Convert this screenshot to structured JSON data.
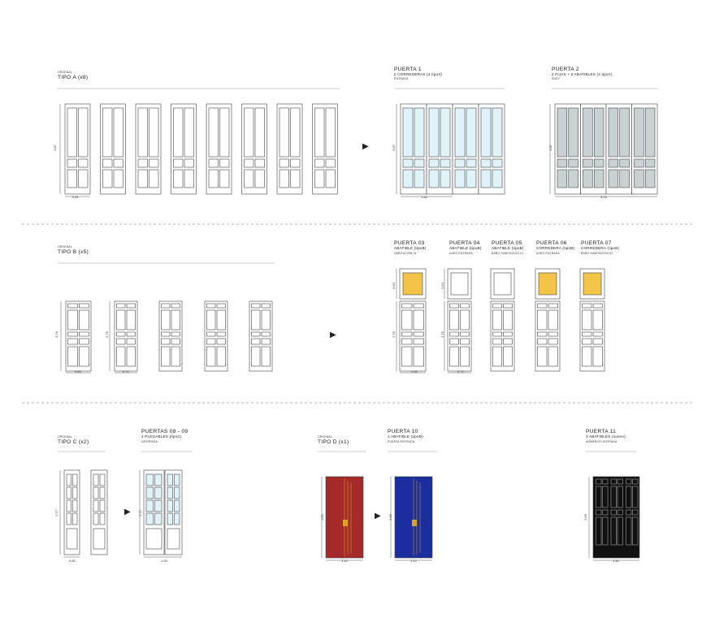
{
  "colors": {
    "line": "#444444",
    "glass": "#dff3f8",
    "frosted": "#c9d2d2",
    "yellow": "#f2c447",
    "red": "#a52a2a",
    "blue": "#1c2d9e",
    "black": "#111111",
    "gold": "#d9a520"
  },
  "section_a": {
    "orig_kicker": "ORIGINAL",
    "orig_title": "TIPO A  (x8)",
    "orig_height": "2.87",
    "orig_width": "0.81",
    "door1_title": "PUERTA 1",
    "door1_sub": "2 CORREDERAS (4 tipoA)",
    "door1_note": "ENTRADA",
    "door1_height": "2.87",
    "door1_width": "1.62",
    "door2_title": "PUERTA 2",
    "door2_sub": "2 FIJAS + 2 ABATIBLES (4 tipoA)",
    "door2_note": "SUSY",
    "door2_height": "2.87",
    "door2_width": "3.24"
  },
  "section_b": {
    "orig_kicker": "ORIGINAL",
    "orig_title": "TIPO B  (x5)",
    "orig_height1": "2.76",
    "orig_width1": "0.83",
    "orig_height2": "2.76",
    "orig_width2": "0.72",
    "doors": [
      {
        "title": "PUERTA  03",
        "sub": "ABATIBLE  (tipoB)",
        "note": "HABITACIÓN  01"
      },
      {
        "title": "PUERTA  04",
        "sub": "ABATIBLE  (tipoB)",
        "note": "ASEO ENTRADA"
      },
      {
        "title": "PUERTA  05",
        "sub": "ABATIBLE  (tipoB)",
        "note": "BAÑO HABITACIÓN  01"
      },
      {
        "title": "PUERTA  06",
        "sub": "CORREDERA (tipoB)",
        "note": "ASEO ENTRADA"
      },
      {
        "title": "PUERTA  07",
        "sub": "CORREDERA (tipoB)",
        "note": "BAÑO HABITACIÓN  02"
      }
    ],
    "d3_top": "0.94",
    "d3_height": "2.76",
    "d3_width": "0.83",
    "d4_top": "0.94",
    "d4_height": "2.76",
    "d4_width": "0.72"
  },
  "section_c": {
    "orig_kicker": "ORIGINAL",
    "orig_title": "TIPO C  (x2)",
    "orig_height": "2.77",
    "orig_width": "0.60",
    "door_title": "PUERTAS  08 - 09",
    "door_sub": "2  PLEGABLES (tipoC)",
    "door_note": "DESPENSA",
    "door_height": "2.77",
    "door_width": "1.00"
  },
  "section_d": {
    "orig_kicker": "ORIGINAL",
    "orig_title": "TIPO D  (x1)",
    "orig_height": "2.65",
    "orig_width": "1.10",
    "door_title": "PUERTA 10",
    "door_sub": "1 ABATIBLE (tipoD)",
    "door_note": "PUERTA ENTRADA",
    "door_height": "2.65",
    "door_width": "1.10"
  },
  "section_e": {
    "door_title": "PUERTA 11",
    "door_sub": "3  ABATIBLES (nuevo)",
    "door_note": "ARMARIOS ENTRADA",
    "door_height": "2.65",
    "door_width": "1.50"
  },
  "arrow_glyph": "▶"
}
